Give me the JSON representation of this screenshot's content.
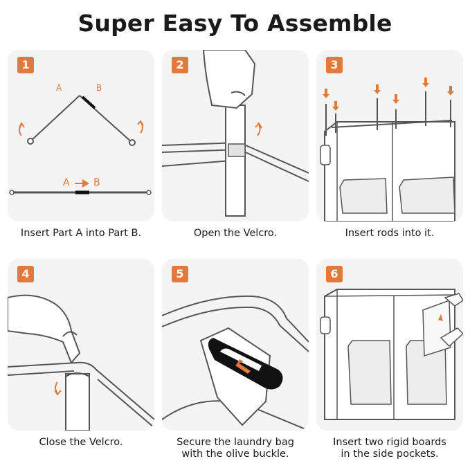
{
  "title": "Super Easy To Assemble",
  "accent_color": "#e07a3f",
  "steps": [
    {
      "number": "1",
      "caption": "Insert Part A into Part B.",
      "labels": {
        "a": "A",
        "b": "B",
        "a2": "A",
        "b2": "B"
      }
    },
    {
      "number": "2",
      "caption": "Open the Velcro."
    },
    {
      "number": "3",
      "caption": "Insert rods into it."
    },
    {
      "number": "4",
      "caption": "Close the Velcro."
    },
    {
      "number": "5",
      "caption_line1": "Secure the laundry bag",
      "caption_line2": "with the olive buckle."
    },
    {
      "number": "6",
      "caption_line1": "Insert two rigid boards",
      "caption_line2": "in the side pockets."
    }
  ]
}
